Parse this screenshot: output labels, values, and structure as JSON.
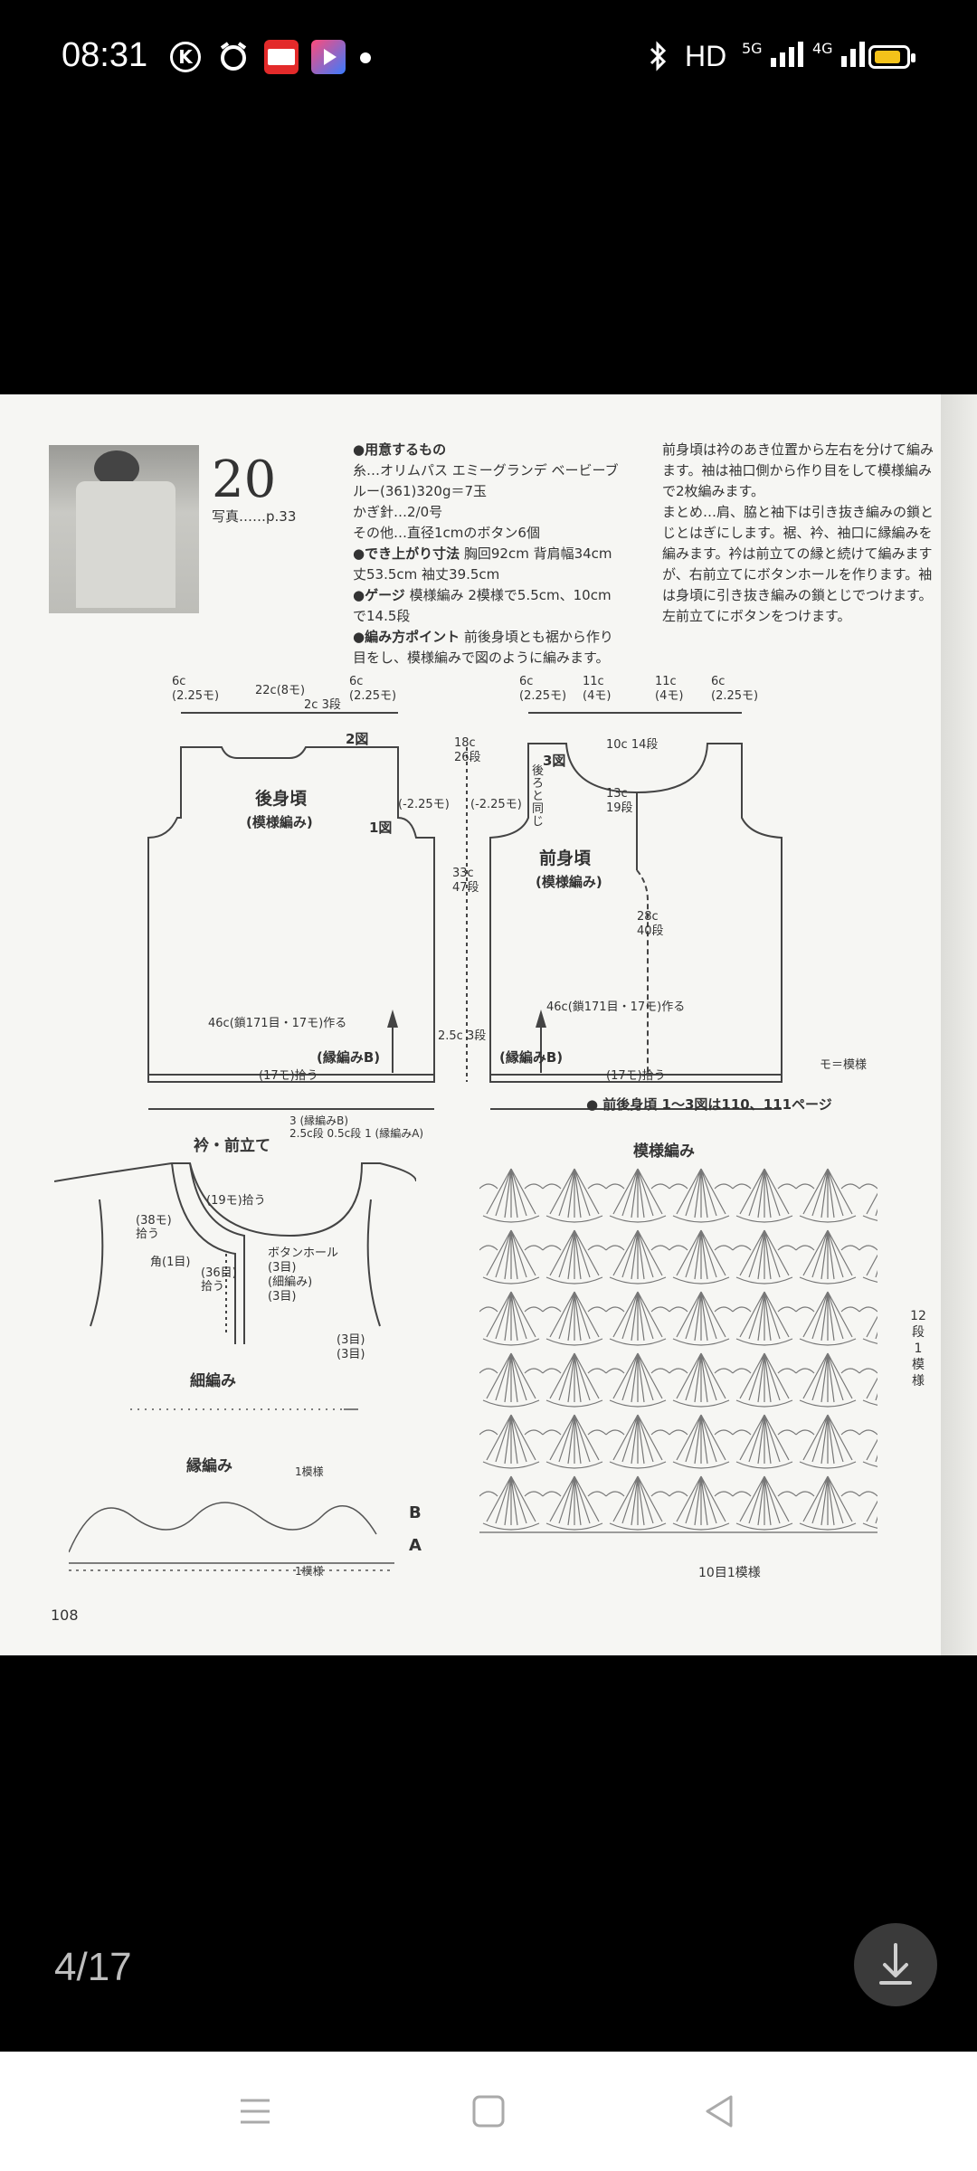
{
  "status_bar": {
    "time": "08:31",
    "network": "HD",
    "signal1": "5G",
    "signal2": "4G",
    "battery_color": "#f4c21a",
    "icons": [
      "k-circle-icon",
      "alarm-icon",
      "toutiao-app-icon",
      "video-app-icon",
      "bluetooth-icon",
      "signal-icon",
      "battery-icon"
    ]
  },
  "pattern": {
    "number": "20",
    "photo_ref": "写真……p.33",
    "materials_heading": "●用意するもの",
    "yarn": "糸…オリムパス エミーグランデ ベービーブルー(361)320g＝7玉",
    "hook": "かぎ針…2/0号",
    "other": "その他…直径1cmのボタン6個",
    "size_heading": "●でき上がり寸法",
    "size": "胸回92cm 背肩幅34cm 丈53.5cm 袖丈39.5cm",
    "gauge_heading": "●ゲージ",
    "gauge": "模様編み 2模様で5.5cm、10cmで14.5段",
    "points_heading": "●編み方ポイント",
    "points": "前後身頃とも裾から作り目をし、模様編みで図のように編みます。",
    "right_col": [
      "前身頃は衿のあき位置から左右を分けて編みます。袖は袖口側から作り目をして模様編みで2枚編みます。",
      "まとめ…肩、脇と袖下は引き抜き編みの鎖とじとはぎにします。裾、衿、袖口に縁編みを編みます。衿は前立ての縁と続けて編みますが、右前立てにボタンホールを作ります。袖は身頃に引き抜き編みの鎖とじでつけます。左前立てにボタンをつけます。"
    ],
    "back_title": "後身頃",
    "back_sub": "(模様編み)",
    "front_title": "前身頃",
    "front_sub": "(模様編み)",
    "fig1": "1図",
    "fig2": "2図",
    "fig3": "3図",
    "back_cast_on": "46c(鎖171目・17モ)作る",
    "front_cast_on": "46c(鎖171目・17モ)作る",
    "edge_b": "(縁編みB)",
    "pickup17": "(17モ)拾う",
    "note_pages": "● 前後身頃 1〜3図は110、111ページ",
    "collar_title": "衿・前立て",
    "pattern_title": "模様編み",
    "hosoami_title": "細編み",
    "edge_title": "縁編み",
    "legend": "モ＝模様",
    "repeat_label": "12段1模様",
    "repeat_bottom": "10目1模様",
    "page_number": "108"
  },
  "dims": {
    "top": [
      "6c",
      "(2.25モ)",
      "22c(8モ)",
      "6c",
      "(2.25モ)",
      "6c",
      "(2.25モ)",
      "11c",
      "(4モ)",
      "11c",
      "(4モ)",
      "6c",
      "(2.25モ)"
    ],
    "shoulder": [
      "2c",
      "3段"
    ],
    "neck": [
      "10c",
      "14段"
    ],
    "side": [
      "18c",
      "26段",
      "33c",
      "47段",
      "2.5c",
      "3段"
    ],
    "front_mid": [
      "13c",
      "19段",
      "28c",
      "40段"
    ],
    "armhole": [
      "(-2.25モ)",
      "(-2.25モ)"
    ],
    "back_note": "後ろと同じ",
    "collar": [
      "3",
      "(縁編みB)",
      "2.5c",
      "段",
      "0.5c",
      "段",
      "1",
      "(縁編みA)",
      "(19モ)拾う",
      "(38モ)",
      "拾う",
      "角(1目)",
      "(36目)",
      "拾う",
      "ボタンホール",
      "(3目)",
      "(細編み)",
      "(3目)",
      "(3目)",
      "(3目)"
    ],
    "edge_labels": [
      "1模様",
      "B",
      "A",
      "1模様"
    ]
  },
  "footer": {
    "counter": "4/17"
  }
}
